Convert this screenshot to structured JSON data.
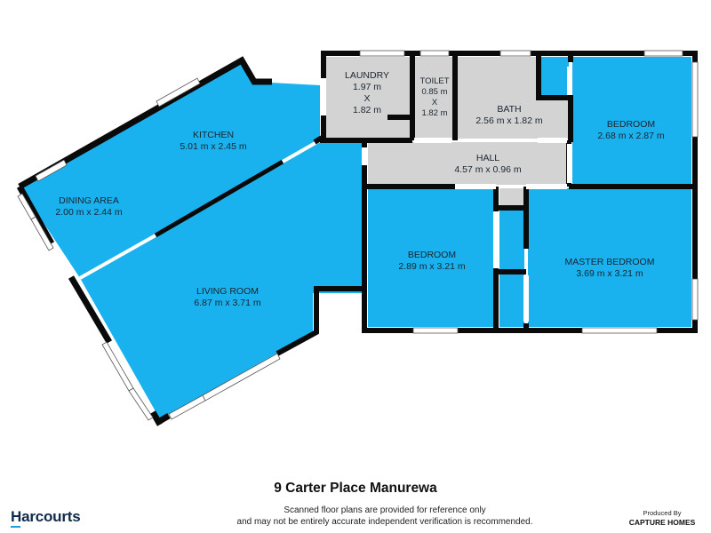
{
  "colors": {
    "living_room_fill": "#1ab2ee",
    "wet_area_fill": "#d3d3d3",
    "wall": "#0a0a0a",
    "brand_blue": "#0f2a4a",
    "brand_accent": "#1ea0e0"
  },
  "rooms": [
    {
      "name": "KITCHEN",
      "dims": "5.01 m x 2.45 m"
    },
    {
      "name": "DINING AREA",
      "dims": "2.00 m x 2.44 m"
    },
    {
      "name": "LIVING ROOM",
      "dims": "6.87 m x 3.71 m"
    },
    {
      "name": "LAUNDRY",
      "dim1": "1.97 m",
      "sep": "X",
      "dim2": "1.82 m"
    },
    {
      "name": "TOILET",
      "dim1": "0.85 m",
      "sep": "X",
      "dim2": "1.82 m"
    },
    {
      "name": "BATH",
      "dims": "2.56 m x 1.82 m"
    },
    {
      "name": "BEDROOM",
      "dims": "2.68 m x 2.87 m"
    },
    {
      "name": "HALL",
      "dims": "4.57 m x 0.96 m"
    },
    {
      "name": "BEDROOM",
      "dims": "2.89 m x 3.21 m"
    },
    {
      "name": "MASTER BEDROOM",
      "dims": "3.69 m x 3.21 m"
    }
  ],
  "footer": {
    "address": "9 Carter Place Manurewa",
    "disclaimer_line1": "Scanned floor plans are provided for reference only",
    "disclaimer_line2": "and may not be entirely accurate independent verification is recommended.",
    "brand": "Harcourts",
    "produced_by_label": "Produced By",
    "producer": "CAPTURE HOMES"
  }
}
